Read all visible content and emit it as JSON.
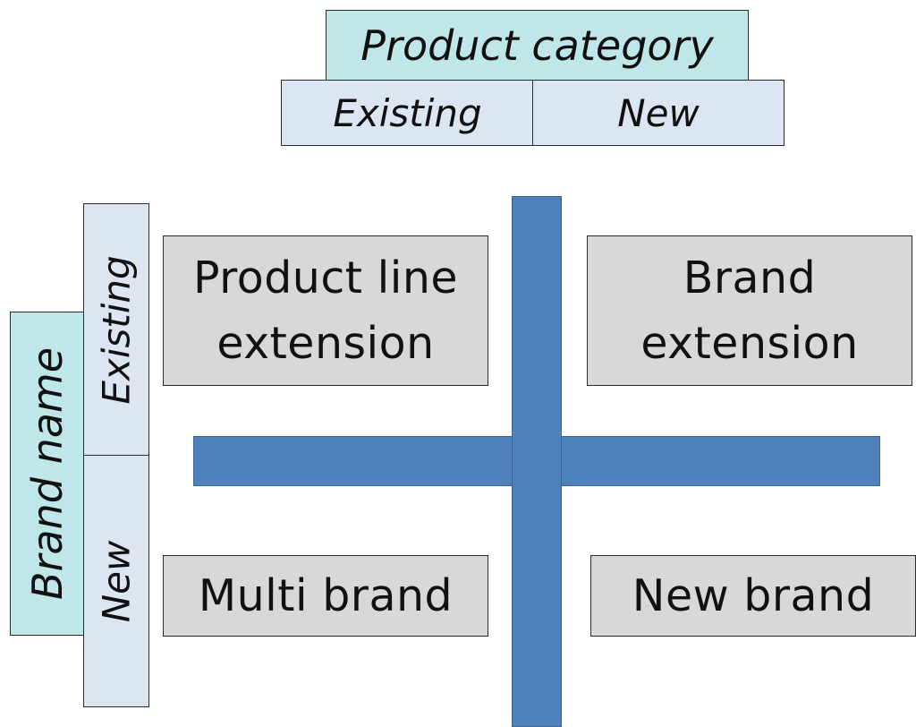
{
  "header": {
    "group_label": "Product category",
    "existing_label": "Existing",
    "new_label": "New"
  },
  "side": {
    "group_label": "Brand name",
    "existing_label": "Existing",
    "new_label": "New"
  },
  "matrix": {
    "top_left": {
      "line1": "Product line",
      "line2": "extension"
    },
    "top_right": {
      "line1": "Brand",
      "line2": "extension"
    },
    "bottom_left": {
      "line1": "Multi brand"
    },
    "bottom_right": {
      "line1": "New brand"
    }
  },
  "colors": {
    "header_group": "#bfe6e8",
    "header_cells": "#dce6f2",
    "matrix_cells": "#d8d8d8",
    "cross": "#4f81bd"
  }
}
